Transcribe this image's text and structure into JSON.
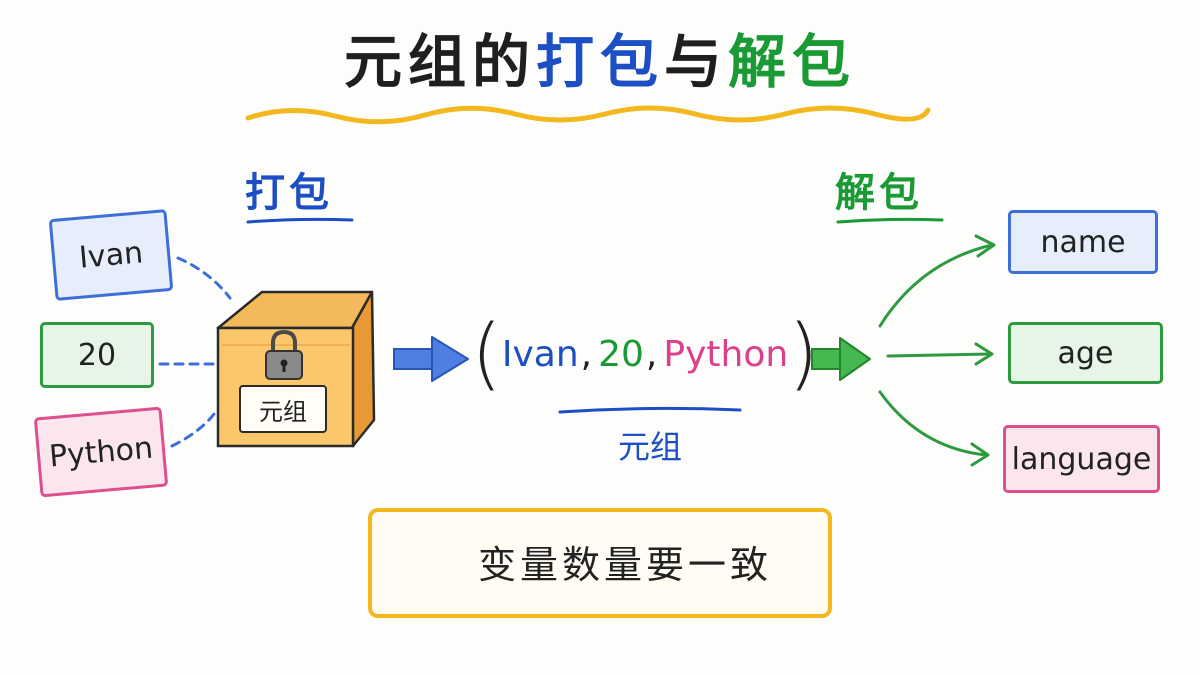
{
  "title": {
    "part1": "元组的",
    "part2": "打包",
    "part3": "与",
    "part4": "解包"
  },
  "pack": {
    "heading": "打包",
    "inputs": [
      "Ivan",
      "20",
      "Python"
    ],
    "box_label": "元组"
  },
  "tuple": {
    "open": "(",
    "items": [
      "Ivan",
      "20",
      "Python"
    ],
    "separator": ",",
    "close": ")",
    "caption": "元组"
  },
  "unpack": {
    "heading": "解包",
    "outputs": [
      "name",
      "age",
      "language"
    ]
  },
  "tip": {
    "text": "变量数量要一致",
    "icon": "lightbulb-icon"
  },
  "colors": {
    "blue": "#1d4fc4",
    "green": "#1a9a35",
    "pink": "#dd3f8a",
    "yellow": "#f2b81e",
    "box_orange": "#f6b44a"
  }
}
